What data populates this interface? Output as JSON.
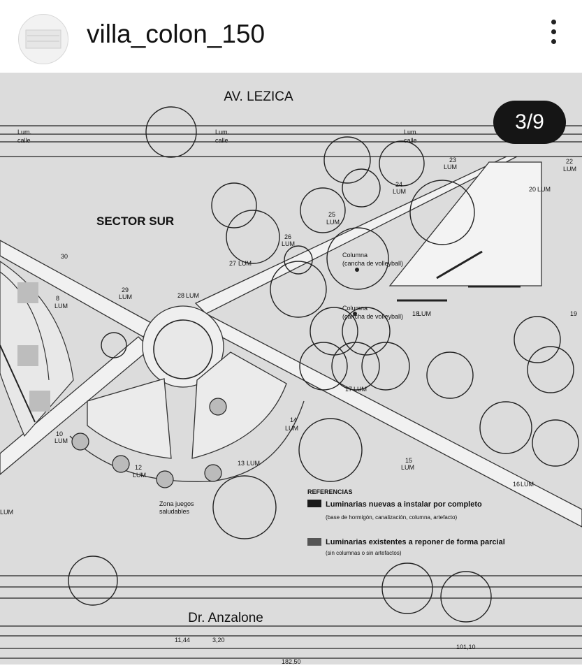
{
  "post": {
    "username": "villa_colon_150",
    "avatar_icon": "profile-avatar",
    "menu_icon": "more-vertical-icon",
    "counter": "3/9"
  },
  "plan": {
    "streets": {
      "top": "AV. LEZICA",
      "bottom": "Dr. Anzalone"
    },
    "sector": "SECTOR SUR",
    "lum_calle": [
      "Lum.",
      "calle"
    ],
    "columna_labels": [
      {
        "title": "Columna",
        "sub": "(cancha de volleyball)"
      },
      {
        "title": "Columna",
        "sub": "(cancha de volleyball)"
      }
    ],
    "lum": "LUM",
    "lum_numbers": [
      "8",
      "10",
      "12",
      "13",
      "14",
      "15",
      "16",
      "17",
      "18",
      "19",
      "20",
      "22",
      "23",
      "24",
      "25",
      "26",
      "27",
      "28",
      "29",
      "30"
    ],
    "zona_label": [
      "Zona juegos",
      "saludables"
    ],
    "legend": {
      "title": "REFERENCIAS",
      "item1": "Luminarias nuevas a instalar por completo",
      "item1_sub": "(base de hormigón, canalización, columna, artefacto)",
      "item2": "Luminarias existentes a reponer de forma parcial",
      "item2_sub": "(sin columnas o sin artefactos)"
    },
    "dimensions": [
      "11,44",
      "3,20",
      "101,10",
      "182,50"
    ]
  },
  "colors": {
    "plan_background": "#dcdcdc",
    "counter_background": "#151515",
    "legend_new": "#1a1a1a",
    "legend_existing": "#555555"
  }
}
